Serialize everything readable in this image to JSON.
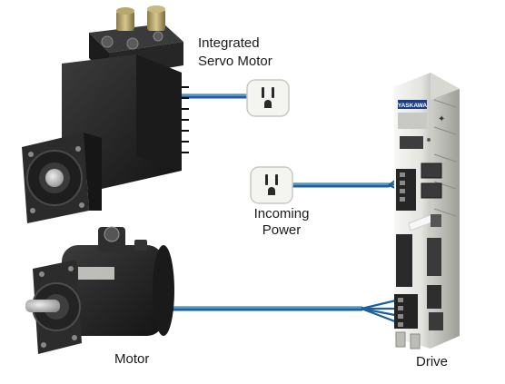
{
  "labels": {
    "integrated_line1": "Integrated",
    "integrated_line2": "Servo Motor",
    "incoming_line1": "Incoming",
    "incoming_line2": "Power",
    "motor": "Motor",
    "drive": "Drive"
  },
  "drive_brand": "YASKAWA",
  "colors": {
    "cable": "#1f5f9a",
    "cable_highlight": "#5fa7e0",
    "motor_body": "#2a2a2a",
    "outlet": "#f4f4f0",
    "drive_body": "#e9e9e6"
  },
  "icons": [
    "outlet-icon",
    "outlet-icon"
  ]
}
